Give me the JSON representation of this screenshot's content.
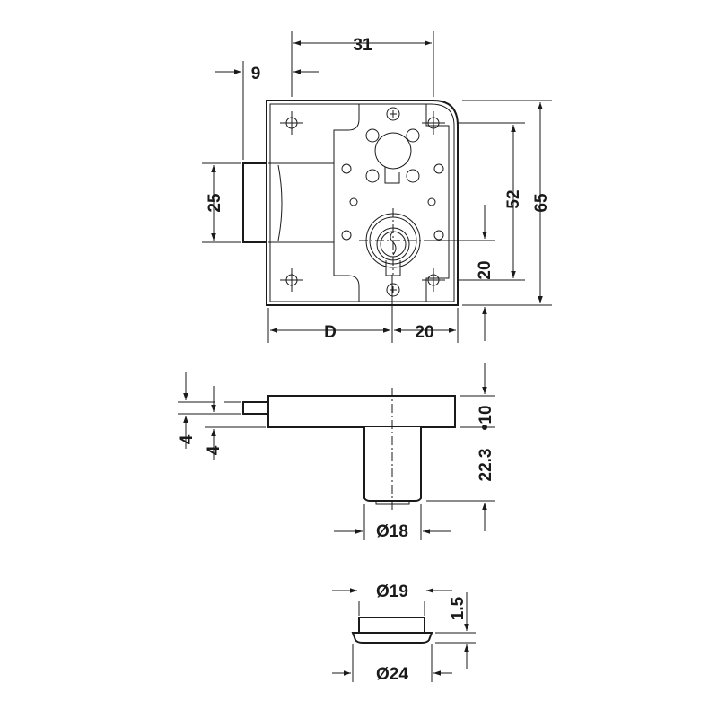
{
  "title": "Cabinet rim lock technical drawing",
  "front_view": {
    "dim_width_total": "31",
    "dim_bolt_offset": "9",
    "dim_bolt_height": "25",
    "dim_hole_spacing": "52",
    "dim_height_total": "65",
    "dim_key_offset_vertical": "20",
    "dim_backset": "D",
    "dim_key_offset_horizontal": "20"
  },
  "side_view": {
    "dim_bolt_gap_1": "4",
    "dim_bolt_gap_2": "4",
    "dim_body_thickness": "10",
    "dim_cylinder_length": "22.3",
    "dim_cylinder_diameter": "Ø18"
  },
  "escutcheon": {
    "dim_inner_diameter": "Ø19",
    "dim_flange_thickness": "1.5",
    "dim_outer_diameter": "Ø24"
  },
  "colors": {
    "line": "#1a1a1a",
    "background": "#ffffff"
  }
}
